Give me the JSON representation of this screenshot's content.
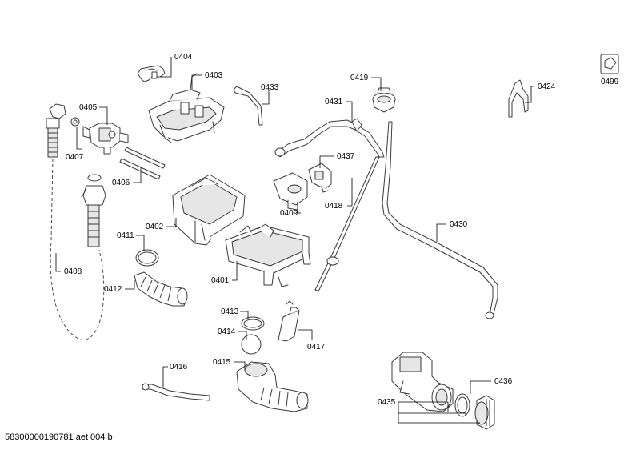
{
  "diagram": {
    "labels": {
      "p0404": "0404",
      "p0403": "0403",
      "p0433": "0433",
      "p0419": "0419",
      "p0424": "0424",
      "p0499": "0499",
      "p0405": "0405",
      "p0407": "0407",
      "p0406": "0406",
      "p0431": "0431",
      "p0437": "0437",
      "p0409": "0409",
      "p0418": "0418",
      "p0402": "0402",
      "p0430": "0430",
      "p0411": "0411",
      "p0408": "0408",
      "p0412": "0412",
      "p0401": "0401",
      "p0413": "0413",
      "p0414": "0414",
      "p0417": "0417",
      "p0416": "0416",
      "p0415": "0415",
      "p0436": "0436",
      "p0435": "0435"
    },
    "footer": "58300000190781 aet 004 b"
  }
}
